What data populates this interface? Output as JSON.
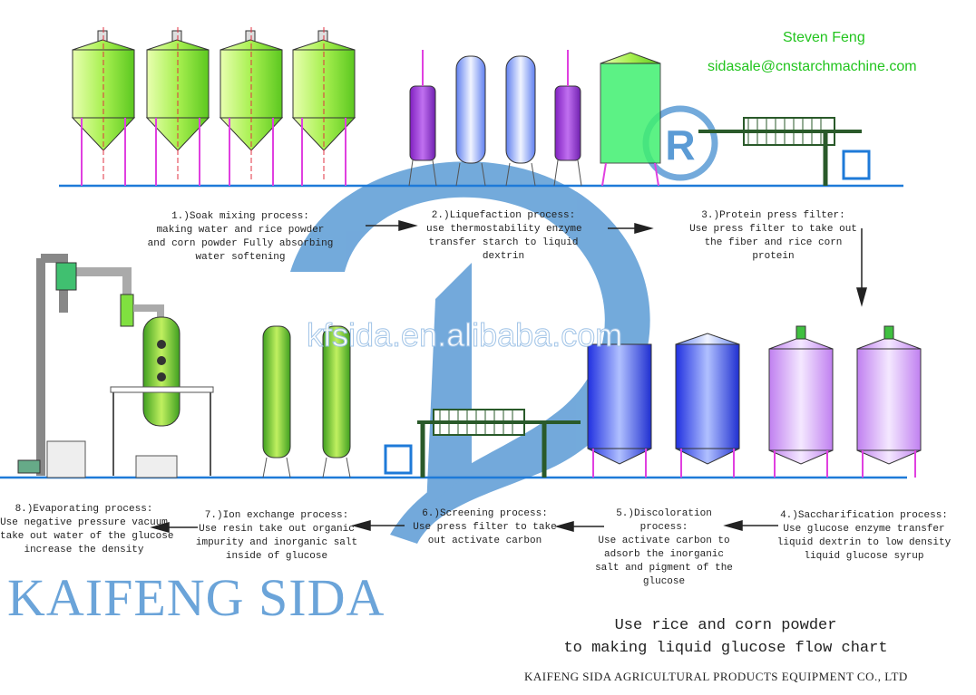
{
  "contact": {
    "name": "Steven Feng",
    "email": "sidasale@cnstarchmachine.com"
  },
  "steps": [
    {
      "lines": [
        "1.)Soak mixing process:",
        "making water and rice powder",
        "and corn powder Fully absorbing",
        "water softening"
      ]
    },
    {
      "lines": [
        "2.)Liquefaction process:",
        "use thermostability enzyme",
        "transfer starch to liquid",
        "dextrin"
      ]
    },
    {
      "lines": [
        "3.)Protein press filter:",
        "Use press filter to take out",
        "the fiber and rice corn",
        "protein"
      ]
    },
    {
      "lines": [
        "4.)Saccharification process:",
        "Use glucose enzyme transfer",
        "liquid dextrin to low density",
        "liquid glucose syrup"
      ]
    },
    {
      "lines": [
        "5.)Discoloration",
        "process:",
        "Use activate carbon to",
        "adsorb the inorganic",
        "salt and pigment of the",
        "glucose"
      ]
    },
    {
      "lines": [
        "6.)Screening process:",
        "Use press filter to take",
        "out activate carbon"
      ]
    },
    {
      "lines": [
        "7.)Ion exchange process:",
        "Use resin take out organic",
        "impurity and inorganic salt",
        "inside of glucose"
      ]
    },
    {
      "lines": [
        "8.)Evaporating process:",
        "Use negative pressure vacuum",
        "take out water of the glucose",
        "increase the density"
      ]
    }
  ],
  "watermark": {
    "brand": "KAIFENG SIDA",
    "url": "kfsida.en.alibaba.com",
    "registered": "R"
  },
  "title": {
    "line1": "Use rice and corn powder",
    "line2": "to making liquid glucose flow chart"
  },
  "company": "KAIFENG SIDA AGRICULTURAL PRODUCTS EQUIPMENT CO., LTD",
  "colors": {
    "baseline": "#1e7ad8",
    "silo": "#a8f050",
    "purple": "#b040e0",
    "blue_tank": "#4a6cf0",
    "watermark": "#5b9bd5",
    "contact": "#22c41e"
  }
}
